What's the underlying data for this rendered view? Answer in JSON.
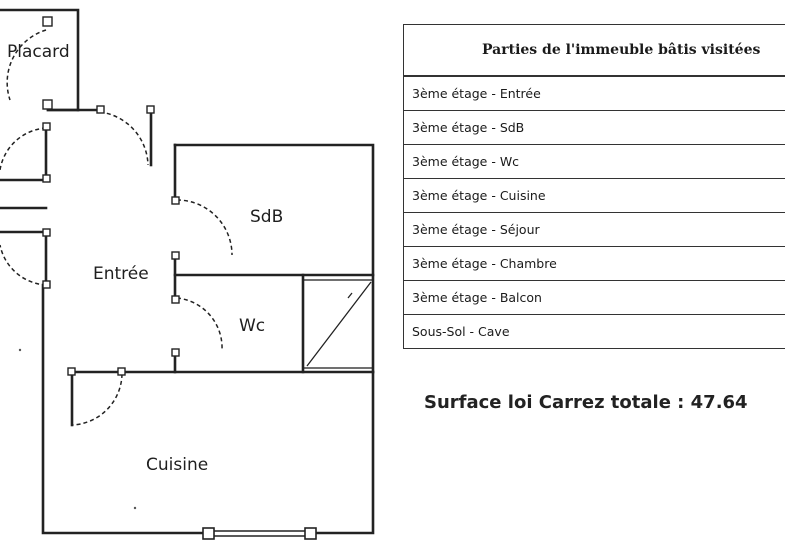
{
  "plan": {
    "labels": {
      "placard": "Placard",
      "sdb": "SdB",
      "entree": "Entrée",
      "wc": "Wc",
      "cuisine": "Cuisine"
    }
  },
  "table": {
    "header": "Parties de l'immeuble bâtis visitées",
    "rows": [
      "3ème étage - Entrée",
      "3ème étage - SdB",
      "3ème étage - Wc",
      "3ème étage - Cuisine",
      "3ème étage - Séjour",
      "3ème étage - Chambre",
      "3ème étage - Balcon",
      "Sous-Sol - Cave"
    ]
  },
  "total": "Surface loi Carrez totale : 47.64"
}
